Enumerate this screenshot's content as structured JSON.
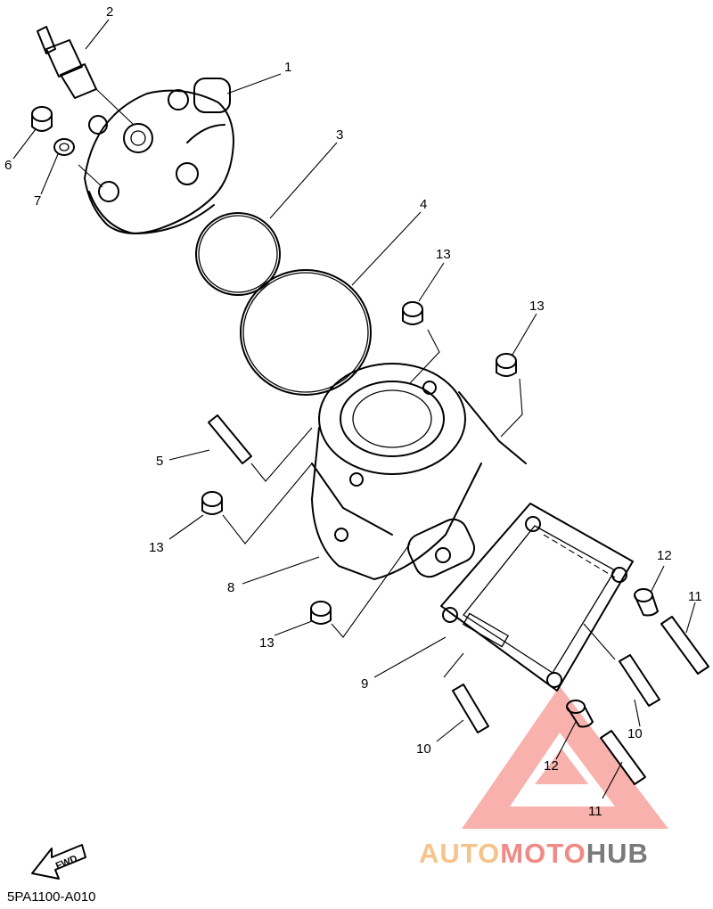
{
  "diagram": {
    "callouts": {
      "c1": "1",
      "c2": "2",
      "c3": "3",
      "c4": "4",
      "c5": "5",
      "c6": "6",
      "c7": "7",
      "c8": "8",
      "c9": "9",
      "c10a": "10",
      "c10b": "10",
      "c11a": "11",
      "c11b": "11",
      "c12a": "12",
      "c12b": "12",
      "c13a": "13",
      "c13b": "13",
      "c13c": "13",
      "c13d": "13"
    },
    "fwd_label": "FWD",
    "part_code": "5PA1100-A010"
  },
  "watermark": {
    "part1": "AUTO",
    "part2": "MOTO",
    "part3": "HUB",
    "color1": "#f6c48a",
    "color2": "#f08a84",
    "color3": "#7a7a7a"
  }
}
